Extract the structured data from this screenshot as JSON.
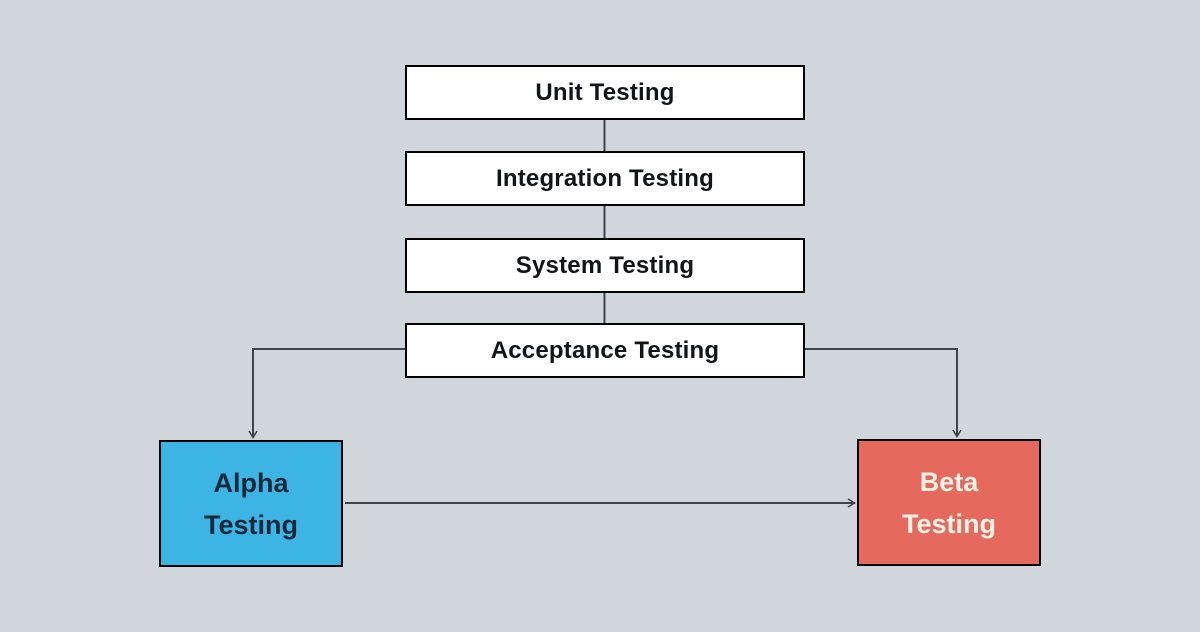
{
  "diagram": {
    "background_color": "#d1d5dc",
    "connector_color": "#3e444b",
    "node_border_color": "#000000",
    "nodes": [
      {
        "id": "unit-testing",
        "label": "Unit Testing",
        "fill": "#ffffff",
        "text_color": "#121418"
      },
      {
        "id": "integration-testing",
        "label": "Integration Testing",
        "fill": "#ffffff",
        "text_color": "#121418"
      },
      {
        "id": "system-testing",
        "label": "System Testing",
        "fill": "#ffffff",
        "text_color": "#121418"
      },
      {
        "id": "acceptance-testing",
        "label": "Acceptance Testing",
        "fill": "#ffffff",
        "text_color": "#121418"
      },
      {
        "id": "alpha-testing",
        "label": "Alpha Testing",
        "line1": "Alpha",
        "line2": "Testing",
        "fill": "#3db5e4",
        "text_color": "#13293b"
      },
      {
        "id": "beta-testing",
        "label": "Beta Testing",
        "line1": "Beta",
        "line2": "Testing",
        "fill": "#e56a5d",
        "text_color": "#f9f1e7"
      }
    ],
    "edges": [
      {
        "from": "unit-testing",
        "to": "integration-testing",
        "arrow": false
      },
      {
        "from": "integration-testing",
        "to": "system-testing",
        "arrow": false
      },
      {
        "from": "system-testing",
        "to": "acceptance-testing",
        "arrow": false
      },
      {
        "from": "acceptance-testing",
        "to": "alpha-testing",
        "arrow": true
      },
      {
        "from": "acceptance-testing",
        "to": "beta-testing",
        "arrow": true
      },
      {
        "from": "alpha-testing",
        "to": "beta-testing",
        "arrow": true
      }
    ]
  }
}
